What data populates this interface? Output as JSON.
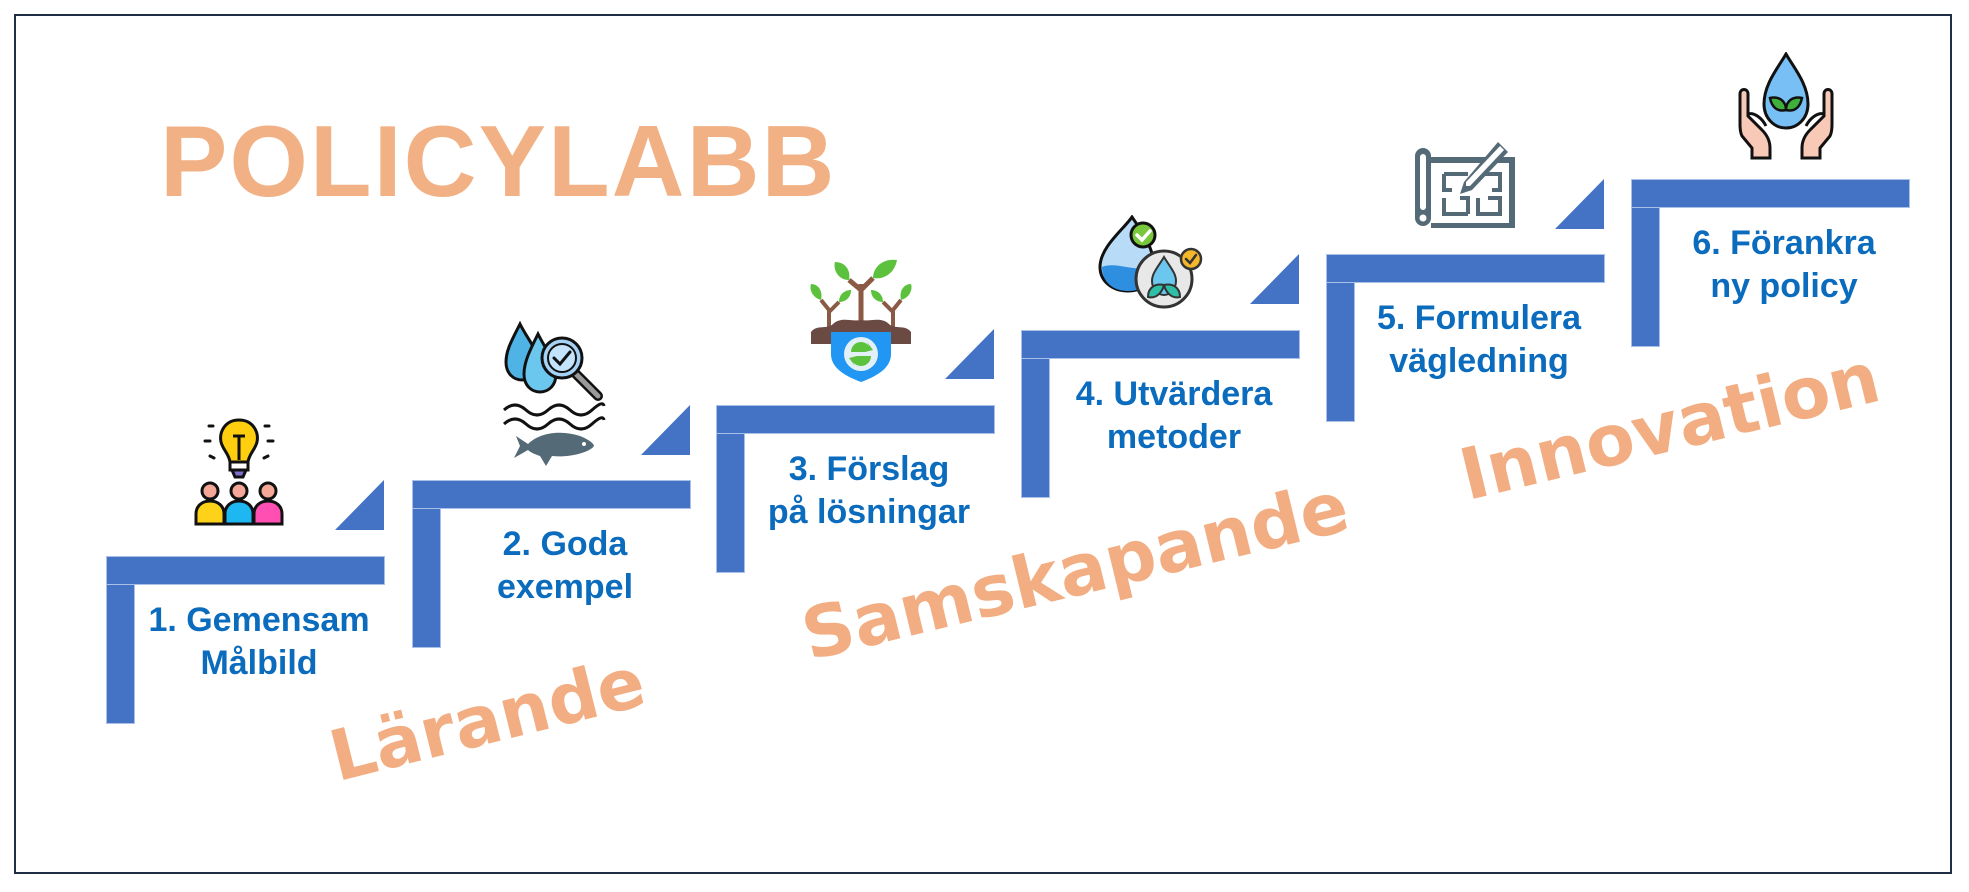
{
  "title": "POLICYLABB",
  "colors": {
    "title": "#f2b185",
    "step_bar": "#4472c4",
    "step_text": "#0b6bbd",
    "phase_text": "#f2ae82",
    "frame": "#1f2d45"
  },
  "steps": [
    {
      "number": 1,
      "line1": "1. Gemensam",
      "line2": "Målbild",
      "icon": "idea-team-icon"
    },
    {
      "number": 2,
      "line1": "2. Goda",
      "line2": "exempel",
      "icon": "water-inspection-fish-icon"
    },
    {
      "number": 3,
      "line1": "3. Förslag",
      "line2": "på lösningar",
      "icon": "plant-shield-recycle-icon"
    },
    {
      "number": 4,
      "line1": "4. Utvärdera",
      "line2": "metoder",
      "icon": "water-drop-check-icon"
    },
    {
      "number": 5,
      "line1": "5. Formulera",
      "line2": "vägledning",
      "icon": "blueprint-pencil-icon"
    },
    {
      "number": 6,
      "line1": "6. Förankra",
      "line2": "ny policy",
      "icon": "hands-water-drop-icon"
    }
  ],
  "phases": [
    {
      "label": "Lärande"
    },
    {
      "label": "Samskapande"
    },
    {
      "label": "Innovation"
    }
  ]
}
